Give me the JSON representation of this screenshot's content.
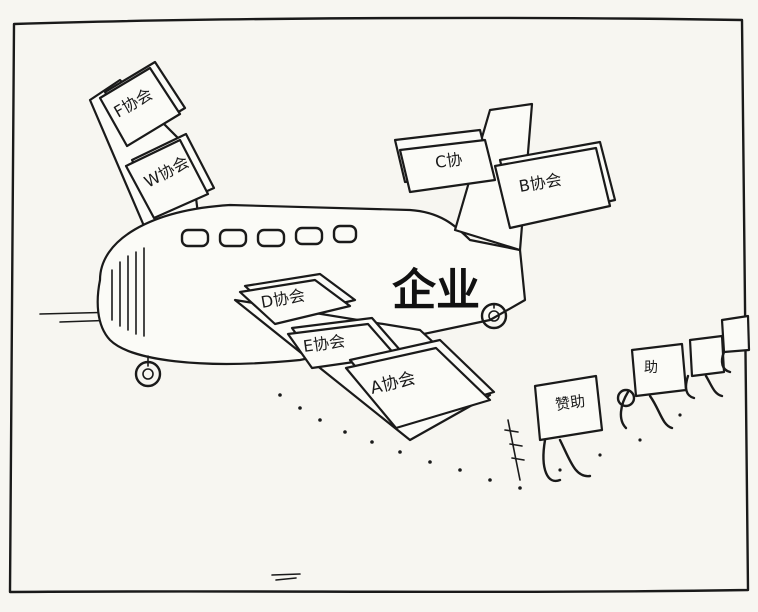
{
  "plane": {
    "body_label": "企业"
  },
  "wing_top_papers": [
    {
      "label": "F协会"
    },
    {
      "label": "W协会"
    }
  ],
  "tail_papers": [
    {
      "label": "C协"
    },
    {
      "label": "B协会"
    }
  ],
  "wing_bottom_papers": [
    {
      "label": "D协会"
    },
    {
      "label": "E协会"
    },
    {
      "label": "A协会"
    }
  ],
  "walkers": [
    {
      "label": "赞助"
    },
    {
      "label": "助"
    }
  ]
}
